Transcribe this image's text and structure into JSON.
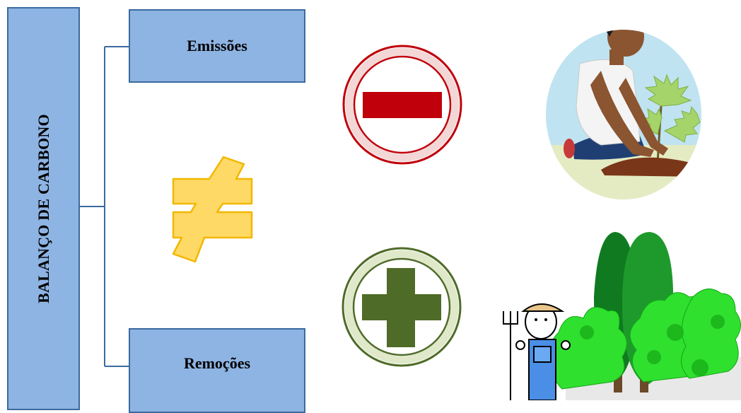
{
  "title": "BALANÇO DE CARBONO",
  "emissions_label": "Emissões",
  "removals_label": "Remoções",
  "colors": {
    "box_fill": "#8eb4e3",
    "box_border": "#3b6aa0",
    "minus_ring": "#c0000a",
    "minus_ring_fill": "#f3d6d6",
    "plus_ring": "#4f6b28",
    "plus_ring_fill": "#dfe8c8",
    "not_equal_fill": "#ffd966",
    "not_equal_stroke": "#f2b800"
  },
  "icons": [
    "minus-sign-icon",
    "plus-sign-icon",
    "not-equal-icon",
    "person-planting-tree-illustration",
    "farmer-with-trees-illustration"
  ]
}
